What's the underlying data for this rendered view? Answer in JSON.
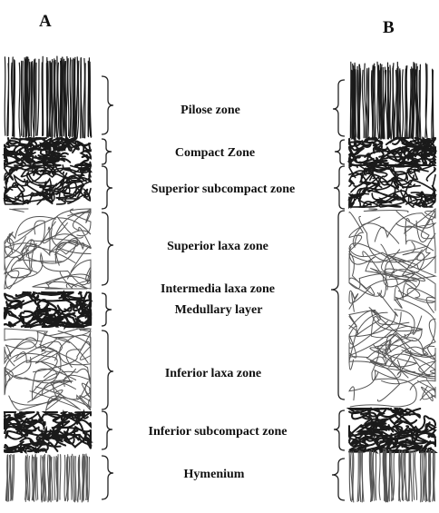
{
  "panels": [
    {
      "id": "A",
      "letter": "A"
    },
    {
      "id": "B",
      "letter": "B"
    }
  ],
  "labels": {
    "pilose": "Pilose zone",
    "compact": "Compact Zone",
    "superior_subcompact": "Superior subcompact zone",
    "superior_laxa": "Superior laxa zone",
    "intermedia_laxa": "Intermedia laxa zone",
    "medullary": "Medullary layer",
    "inferior_laxa": "Inferior laxa zone",
    "inferior_subcompact": "Inferior subcompact zone",
    "hymenium": "Hymenium"
  },
  "colors": {
    "ink": "#111111",
    "dense_strand": "#1a1a1a",
    "loose_strand": "#555555"
  }
}
